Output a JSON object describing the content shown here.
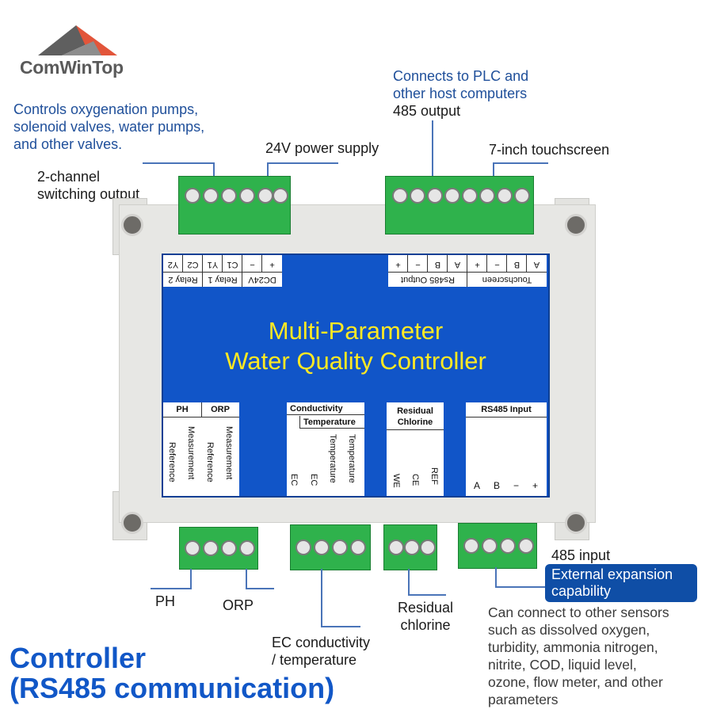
{
  "brand": {
    "name": "ComWinTop"
  },
  "callouts": {
    "controls": "Controls oxygenation pumps,\nsolenoid valves, water pumps,\nand other valves.",
    "switching": "2-channel\nswitching output",
    "power": "24V power supply",
    "plc": "Connects to PLC and\nother host computers",
    "rs485_out": "485 output",
    "touchscreen": "7-inch touchscreen",
    "ph": "PH",
    "orp": "ORP",
    "ec": "EC conductivity\n/ temperature",
    "chlorine": "Residual\nchlorine",
    "input485": "485 input",
    "badge": "External expansion\ncapability",
    "expansion": "Can connect to other sensors\nsuch as dissolved oxygen,\nturbidity, ammonia nitrogen,\nnitrite, COD, liquid level,\nozone, flow meter, and other\nparameters"
  },
  "panel": {
    "title_line1": "Multi-Parameter",
    "title_line2": "Water Quality Controller",
    "top_left_pins": [
      "+",
      "−",
      "C1",
      "Y1",
      "C2",
      "Y2"
    ],
    "top_left_groups": [
      "DC24V",
      "Relay 1",
      "Relay 2"
    ],
    "top_right_pins": [
      "+",
      "−",
      "B",
      "A",
      "+",
      "−",
      "B",
      "A"
    ],
    "top_right_groups": [
      "Rs485 Output",
      "Touchscreen"
    ],
    "ph_header": "PH",
    "orp_header": "ORP",
    "ph_labels": [
      "Reference",
      "Measurement"
    ],
    "orp_labels": [
      "Reference",
      "Measurement"
    ],
    "cond_header": "Conductivity",
    "temp_header": "Temperature",
    "cond_labels": [
      "EC",
      "EC",
      "Temperature",
      "Temperature"
    ],
    "chlorine_header": "Residual\nChlorine",
    "chlorine_labels": [
      "WE",
      "CE",
      "REF"
    ],
    "rs485_in_header": "RS485 Input",
    "rs485_in_labels": [
      "A",
      "B",
      "−",
      "+"
    ]
  },
  "footer": {
    "title_line1": "Controller",
    "title_line2": "(RS485 communication)"
  },
  "colors": {
    "accent_blue": "#1157c7",
    "panel_blue": "#1155c8",
    "title_yellow": "#ffe923",
    "terminal_green": "#2fb24c"
  }
}
